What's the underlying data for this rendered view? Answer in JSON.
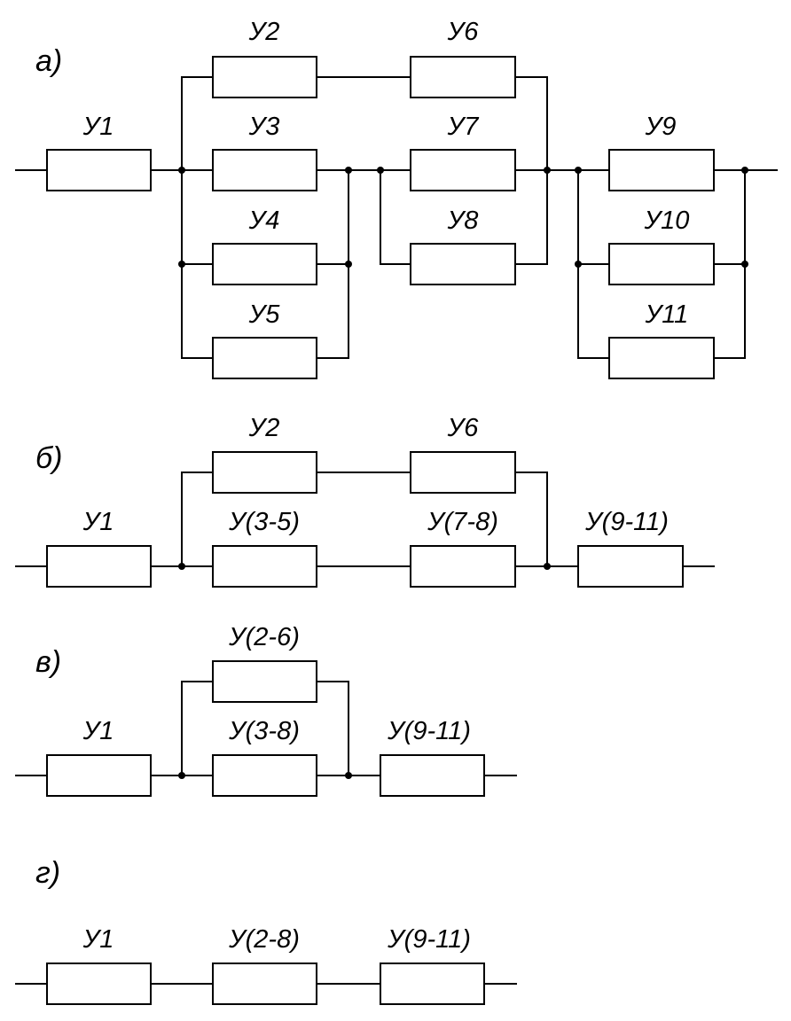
{
  "diagram_a": {
    "label": "а)",
    "elements": [
      "У1",
      "У2",
      "У3",
      "У4",
      "У5",
      "У6",
      "У7",
      "У8",
      "У9",
      "У10",
      "У11"
    ]
  },
  "diagram_b": {
    "label": "б)",
    "elements": [
      "У1",
      "У2",
      "У(3-5)",
      "У6",
      "У(7-8)",
      "У(9-11)"
    ]
  },
  "diagram_c": {
    "label": "в)",
    "elements": [
      "У1",
      "У(2-6)",
      "У(3-8)",
      "У(9-11)"
    ]
  },
  "diagram_d": {
    "label": "г)",
    "elements": [
      "У1",
      "У(2-8)",
      "У(9-11)"
    ]
  },
  "colors": {
    "stroke": "#000000",
    "background": "#ffffff"
  }
}
